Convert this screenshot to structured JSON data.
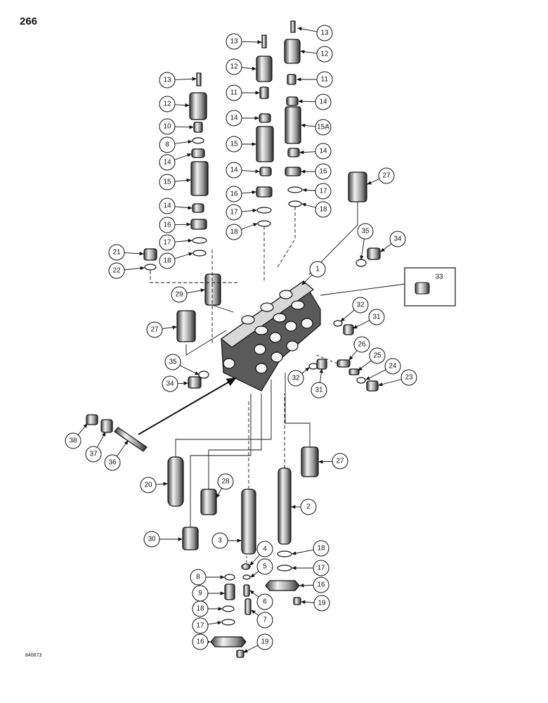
{
  "page": {
    "number": "266",
    "drawing_code": "840673"
  },
  "callouts": [
    {
      "id": "c13a",
      "label": "13"
    },
    {
      "id": "c12a",
      "label": "12"
    },
    {
      "id": "c11a",
      "label": "11"
    },
    {
      "id": "c14a",
      "label": "14"
    },
    {
      "id": "c15a",
      "label": "15A"
    },
    {
      "id": "c14b",
      "label": "14"
    },
    {
      "id": "c16a",
      "label": "16"
    },
    {
      "id": "c17a",
      "label": "17"
    },
    {
      "id": "c18a",
      "label": "18"
    },
    {
      "id": "c13b",
      "label": "13"
    },
    {
      "id": "c12b",
      "label": "12"
    },
    {
      "id": "c11b",
      "label": "11"
    },
    {
      "id": "c14c",
      "label": "14"
    },
    {
      "id": "c15b",
      "label": "15"
    },
    {
      "id": "c14d",
      "label": "14"
    },
    {
      "id": "c16b",
      "label": "16"
    },
    {
      "id": "c17b",
      "label": "17"
    },
    {
      "id": "c18b",
      "label": "18"
    },
    {
      "id": "c13c",
      "label": "13"
    },
    {
      "id": "c12c",
      "label": "12"
    },
    {
      "id": "c10",
      "label": "10"
    },
    {
      "id": "c8a",
      "label": "8"
    },
    {
      "id": "c14e",
      "label": "14"
    },
    {
      "id": "c15c",
      "label": "15"
    },
    {
      "id": "c14f",
      "label": "14"
    },
    {
      "id": "c16c",
      "label": "16"
    },
    {
      "id": "c17c",
      "label": "17"
    },
    {
      "id": "c18c",
      "label": "18"
    },
    {
      "id": "c21",
      "label": "21"
    },
    {
      "id": "c22",
      "label": "22"
    },
    {
      "id": "c29",
      "label": "29"
    },
    {
      "id": "c27a",
      "label": "27"
    },
    {
      "id": "c1",
      "label": "1"
    },
    {
      "id": "c27b",
      "label": "27"
    },
    {
      "id": "c35a",
      "label": "35"
    },
    {
      "id": "c34a",
      "label": "34"
    },
    {
      "id": "c32a",
      "label": "32"
    },
    {
      "id": "c31a",
      "label": "31"
    },
    {
      "id": "c26",
      "label": "26"
    },
    {
      "id": "c25",
      "label": "25"
    },
    {
      "id": "c24",
      "label": "24"
    },
    {
      "id": "c23",
      "label": "23"
    },
    {
      "id": "c32b",
      "label": "32"
    },
    {
      "id": "c31b",
      "label": "31"
    },
    {
      "id": "c35b",
      "label": "35"
    },
    {
      "id": "c34b",
      "label": "34"
    },
    {
      "id": "c38",
      "label": "38"
    },
    {
      "id": "c37",
      "label": "37"
    },
    {
      "id": "c36",
      "label": "36"
    },
    {
      "id": "c27c",
      "label": "27"
    },
    {
      "id": "c20",
      "label": "20"
    },
    {
      "id": "c28",
      "label": "28"
    },
    {
      "id": "c2",
      "label": "2"
    },
    {
      "id": "c30",
      "label": "30"
    },
    {
      "id": "c3",
      "label": "3"
    },
    {
      "id": "c4",
      "label": "4"
    },
    {
      "id": "c18d",
      "label": "18"
    },
    {
      "id": "c5",
      "label": "5"
    },
    {
      "id": "c17d",
      "label": "17"
    },
    {
      "id": "c8b",
      "label": "8"
    },
    {
      "id": "c16d",
      "label": "16"
    },
    {
      "id": "c9",
      "label": "9"
    },
    {
      "id": "c6",
      "label": "6"
    },
    {
      "id": "c19a",
      "label": "19"
    },
    {
      "id": "c7",
      "label": "7"
    },
    {
      "id": "c18e",
      "label": "18"
    },
    {
      "id": "c17e",
      "label": "17"
    },
    {
      "id": "c16e",
      "label": "16"
    },
    {
      "id": "c19b",
      "label": "19"
    }
  ],
  "detail_box": {
    "label": "33"
  }
}
